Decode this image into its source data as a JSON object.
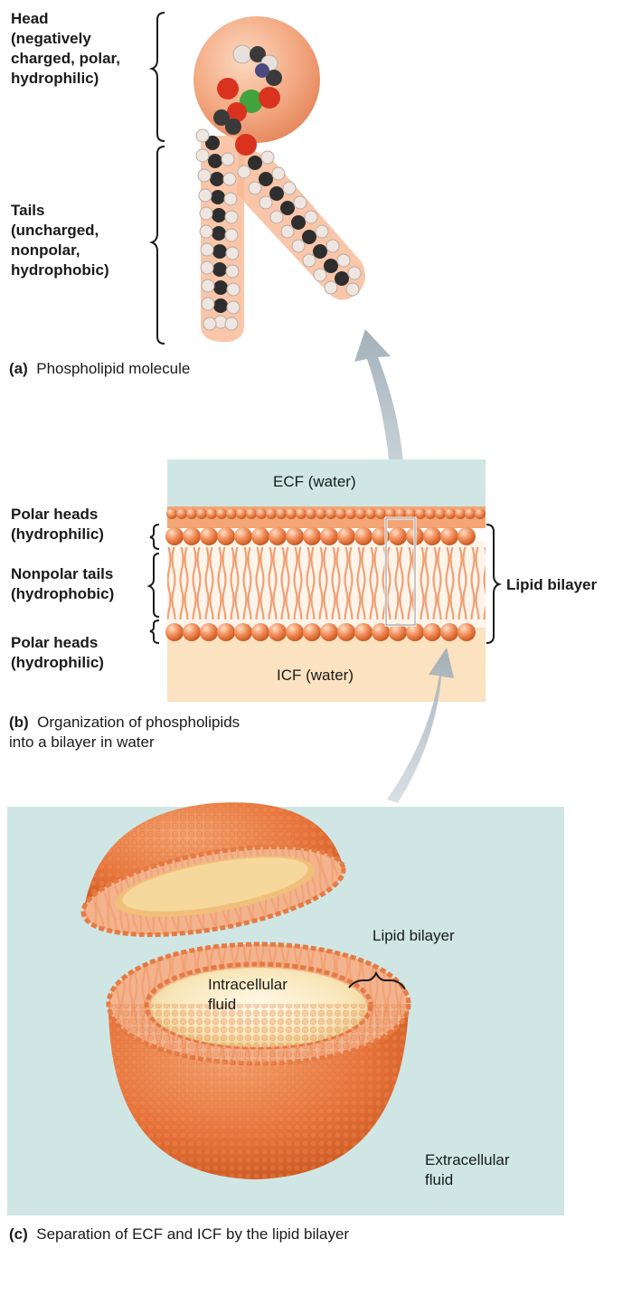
{
  "panel_a": {
    "head_label": [
      "Head",
      "(negatively",
      "charged, polar,",
      "hydrophilic)"
    ],
    "tails_label": [
      "Tails",
      "(uncharged,",
      "nonpolar,",
      "hydrophobic)"
    ],
    "caption_tag": "(a)",
    "caption_text": "Phospholipid molecule"
  },
  "panel_b": {
    "top_fluid": "ECF (water)",
    "bottom_fluid": "ICF (water)",
    "polar_heads_top": [
      "Polar heads",
      "(hydrophilic)"
    ],
    "nonpolar_tails": [
      "Nonpolar tails",
      "(hydrophobic)"
    ],
    "polar_heads_bottom": [
      "Polar heads",
      "(hydrophilic)"
    ],
    "lipid_bilayer": "Lipid bilayer",
    "caption_tag": "(b)",
    "caption_text": [
      "Organization of phospholipids",
      "into a bilayer in water"
    ]
  },
  "panel_c": {
    "lipid_bilayer": "Lipid bilayer",
    "intracellular": [
      "Intracellular",
      "fluid"
    ],
    "extracellular": [
      "Extracellular",
      "fluid"
    ],
    "caption_tag": "(c)",
    "caption_text": "Separation of ECF and ICF by the lipid bilayer"
  }
}
